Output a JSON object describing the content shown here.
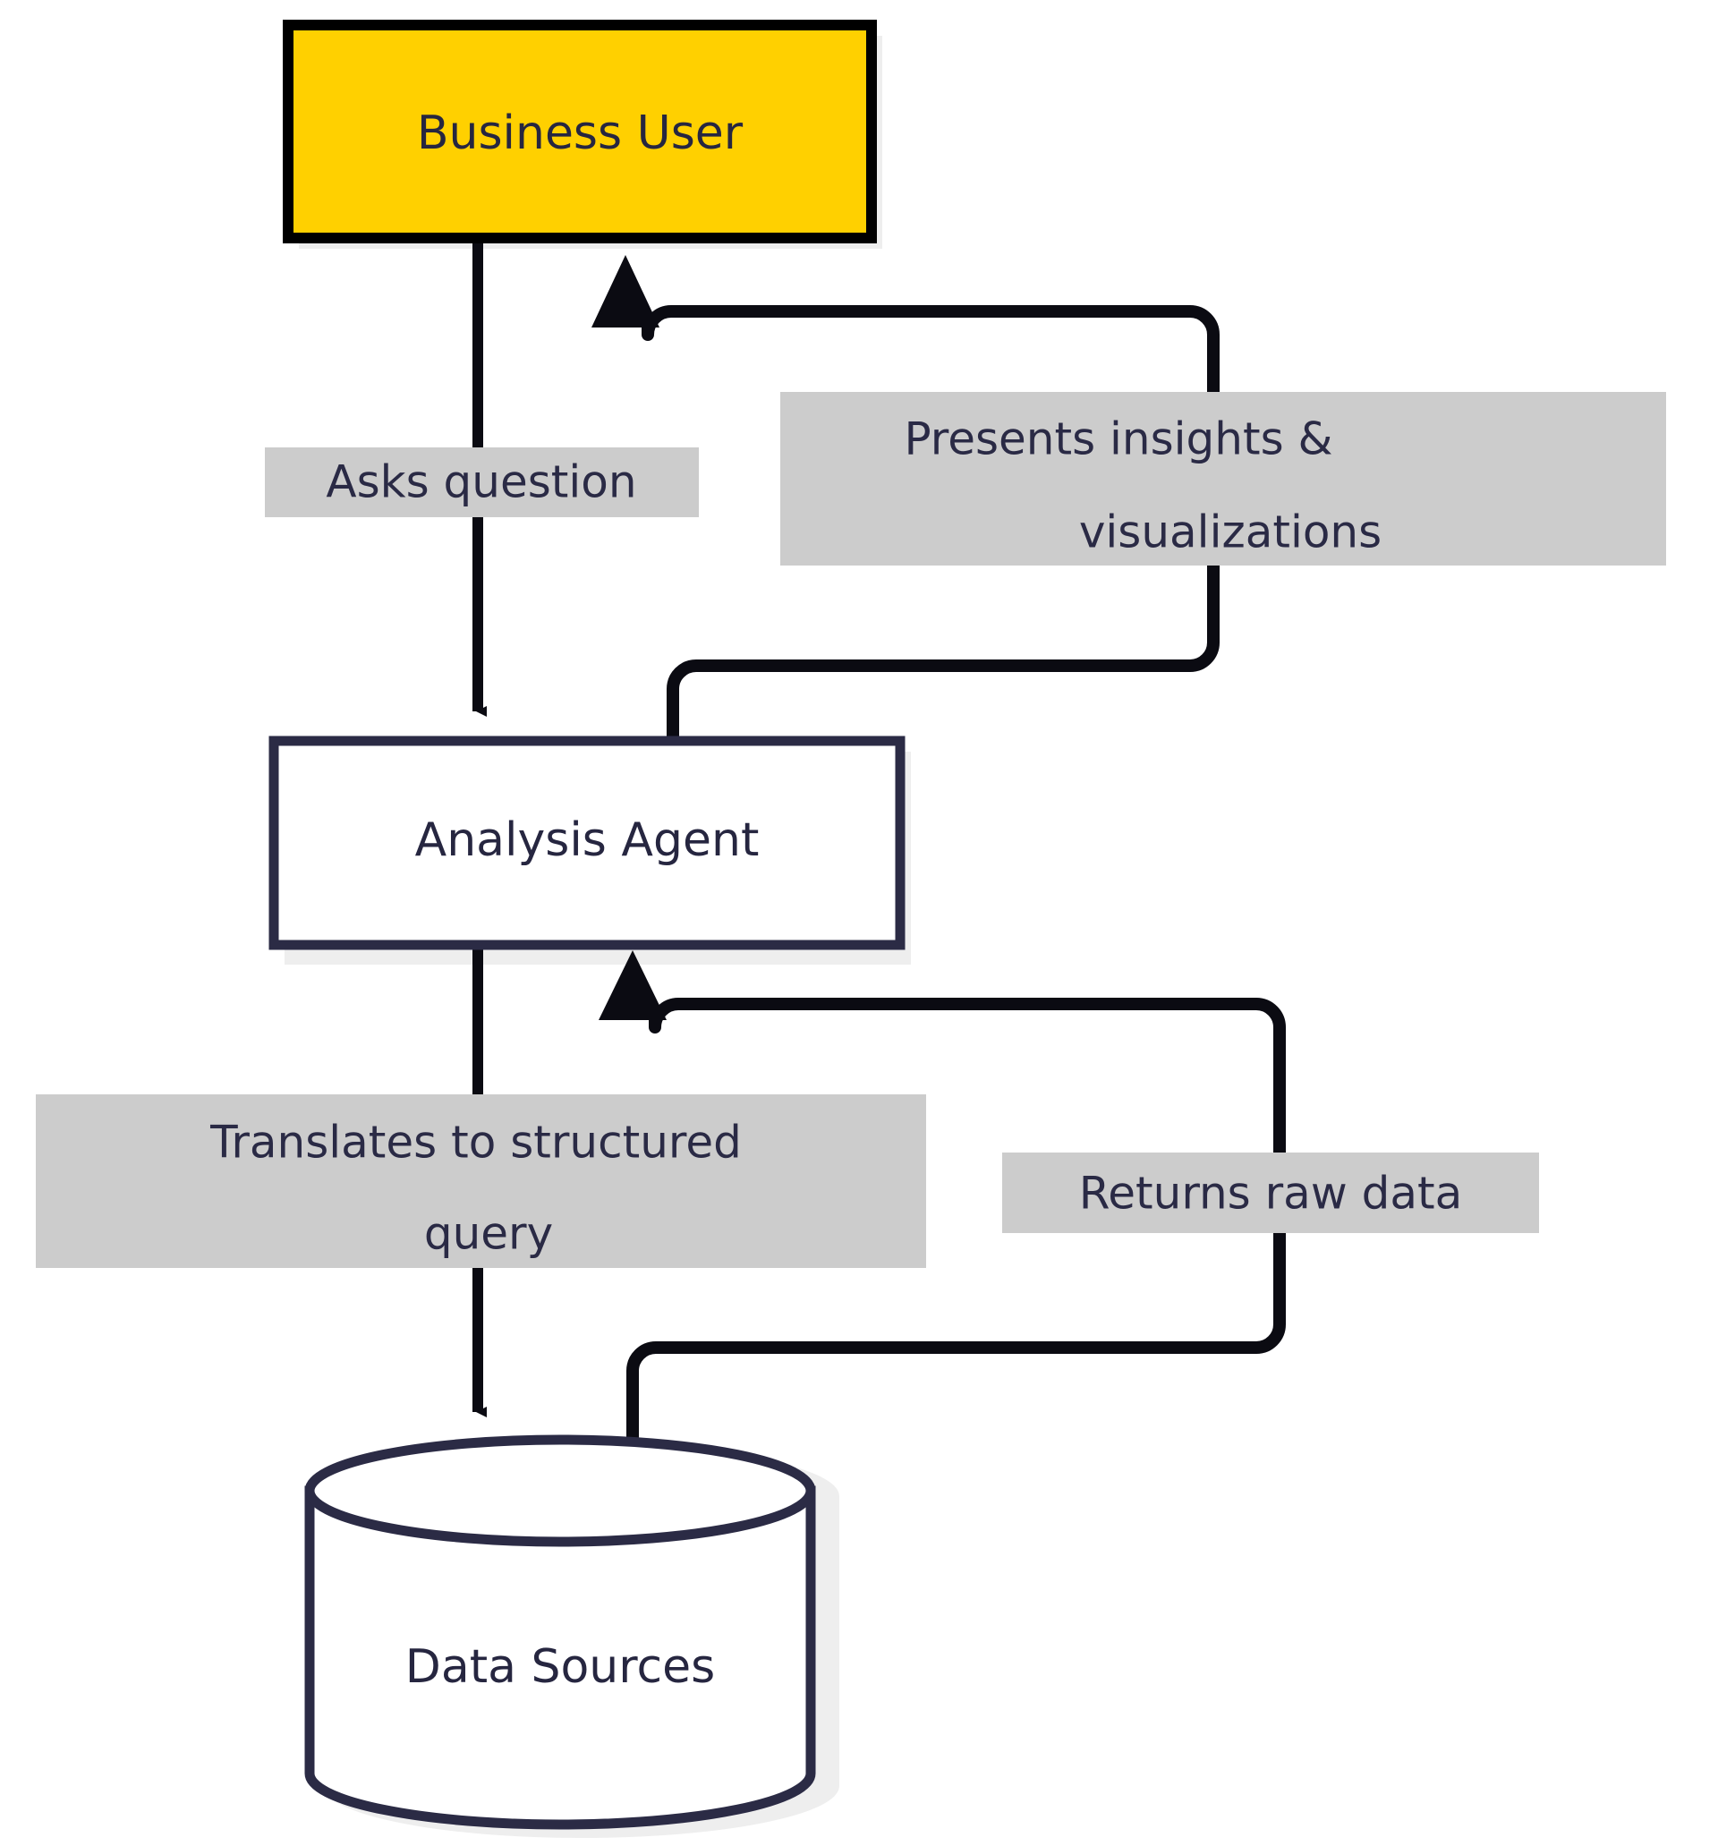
{
  "diagram": {
    "type": "flowchart",
    "direction": "top-down",
    "title": "",
    "colors": {
      "highlight_fill": "#FFD000",
      "highlight_stroke": "#000000",
      "node_fill": "#ffffff",
      "node_stroke": "#2b2b45",
      "text": "#262640",
      "edge_stroke": "#0b0b12",
      "edge_label_bg": "#cccccc",
      "shadow": "#eeeeee",
      "background": "#ffffff"
    },
    "nodes": [
      {
        "id": "business-user",
        "label": "Business User",
        "shape": "rectangle",
        "style": "highlight"
      },
      {
        "id": "analysis-agent",
        "label": "Analysis Agent",
        "shape": "rectangle",
        "style": "default"
      },
      {
        "id": "data-sources",
        "label": "Data Sources",
        "shape": "cylinder",
        "style": "default"
      }
    ],
    "edges": [
      {
        "id": "edge-asks-question",
        "from": "business-user",
        "to": "analysis-agent",
        "label": "Asks question",
        "arrow": "down"
      },
      {
        "id": "edge-translates-query",
        "from": "analysis-agent",
        "to": "data-sources",
        "label": "Translates to structured query",
        "label_lines": [
          "Translates to structured",
          "query"
        ],
        "arrow": "down"
      },
      {
        "id": "edge-returns-raw-data",
        "from": "data-sources",
        "to": "analysis-agent",
        "label": "Returns raw data",
        "arrow": "up"
      },
      {
        "id": "edge-presents-insights",
        "from": "analysis-agent",
        "to": "business-user",
        "label": "Presents insights & visualizations",
        "label_lines": [
          "Presents insights &",
          "visualizations"
        ],
        "arrow": "up"
      }
    ]
  }
}
